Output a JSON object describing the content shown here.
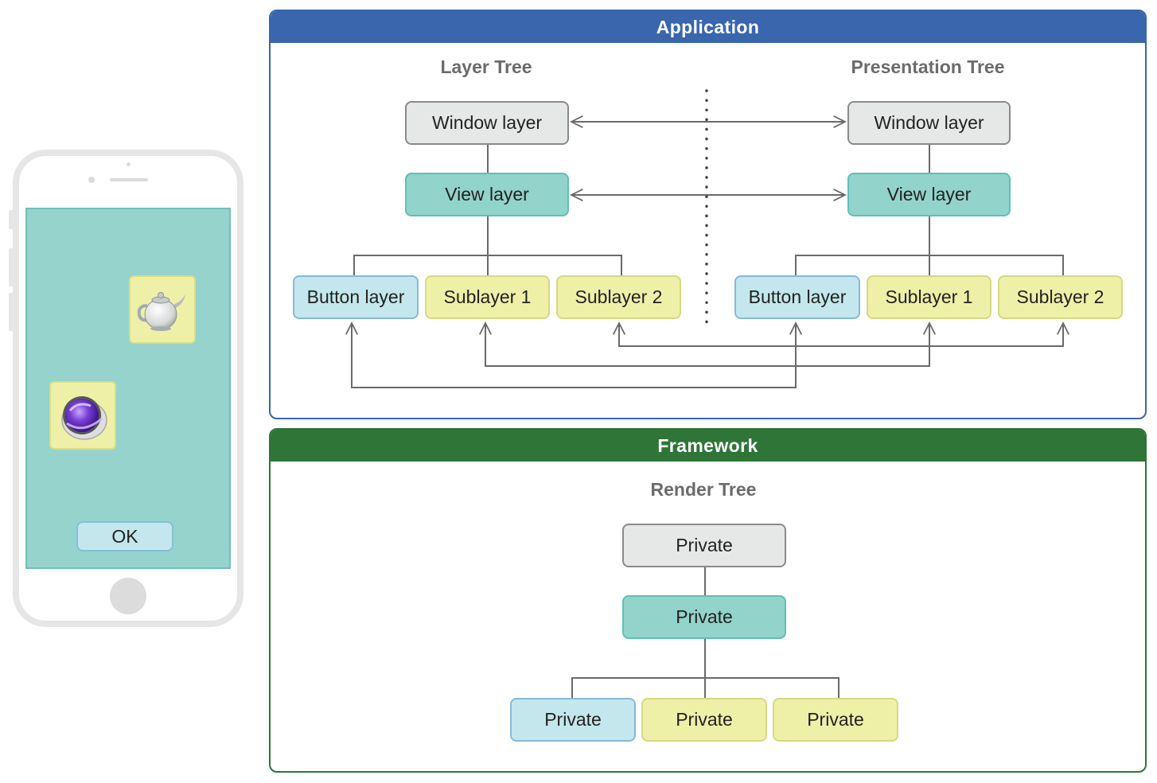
{
  "phone": {
    "icons": [
      {
        "name": "teapot-icon"
      },
      {
        "name": "purple-orb-icon"
      }
    ],
    "ok_label": "OK"
  },
  "application": {
    "title": "Application",
    "layer_tree": {
      "title": "Layer Tree",
      "window": "Window layer",
      "view": "View layer",
      "children": [
        "Button layer",
        "Sublayer 1",
        "Sublayer 2"
      ]
    },
    "presentation_tree": {
      "title": "Presentation Tree",
      "window": "Window layer",
      "view": "View layer",
      "children": [
        "Button layer",
        "Sublayer 1",
        "Sublayer 2"
      ]
    }
  },
  "framework": {
    "title": "Framework",
    "render_tree": {
      "title": "Render Tree",
      "window": "Private",
      "view": "Private",
      "children": [
        "Private",
        "Private",
        "Private"
      ]
    }
  },
  "colors": {
    "application_header": "#3966ad",
    "framework_header": "#2e7537",
    "window_node": "#e6e7e7",
    "view_node": "#92d3cb",
    "button_node": "#c3e7ec",
    "sublayer_node": "#eef0a8",
    "phone_screen": "#95d3cc"
  }
}
